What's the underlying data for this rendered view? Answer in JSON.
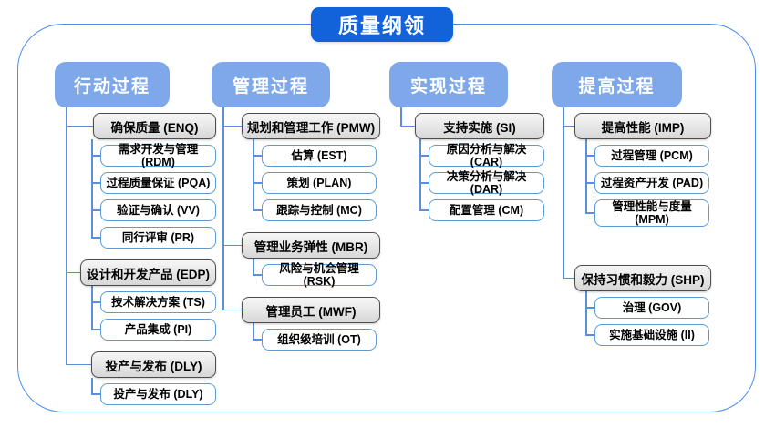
{
  "title": "质量纲领",
  "colors": {
    "title_bg": "#1262d9",
    "header_bg": "#7ea8ea",
    "connector": "#5b8fdd",
    "frame_border": "#4a8fe8",
    "group_border": "#4d4d4d",
    "item_border": "#5b9bd5"
  },
  "columns": [
    {
      "header": "行动过程",
      "groups": [
        {
          "label": "确保质量 (ENQ)",
          "children": [
            "需求开发与管理 (RDM)",
            "过程质量保证 (PQA)",
            "验证与确认 (VV)",
            "同行评审 (PR)"
          ]
        },
        {
          "label": "设计和开发产品 (EDP)",
          "children": [
            "技术解决方案 (TS)",
            "产品集成 (PI)"
          ]
        },
        {
          "label": "投产与发布 (DLY)",
          "children": [
            "投产与发布 (DLY)"
          ]
        }
      ]
    },
    {
      "header": "管理过程",
      "groups": [
        {
          "label": "规划和管理工作 (PMW)",
          "children": [
            "估算 (EST)",
            "策划 (PLAN)",
            "跟踪与控制 (MC)"
          ]
        },
        {
          "label": "管理业务弹性 (MBR)",
          "children": [
            "风险与机会管理 (RSK)"
          ]
        },
        {
          "label": "管理员工 (MWF)",
          "children": [
            "组织级培训 (OT)"
          ]
        }
      ]
    },
    {
      "header": "实现过程",
      "groups": [
        {
          "label": "支持实施 (SI)",
          "children": [
            "原因分析与解决 (CAR)",
            "决策分析与解决 (DAR)",
            "配置管理 (CM)"
          ]
        }
      ]
    },
    {
      "header": "提高过程",
      "groups": [
        {
          "label": "提高性能 (IMP)",
          "children": [
            "过程管理 (PCM)",
            "过程资产开发 (PAD)",
            "管理性能与度量 (MPM)"
          ]
        },
        {
          "label": "保持习惯和毅力 (SHP)",
          "children": [
            "治理 (GOV)",
            "实施基础设施 (II)"
          ]
        }
      ]
    }
  ]
}
